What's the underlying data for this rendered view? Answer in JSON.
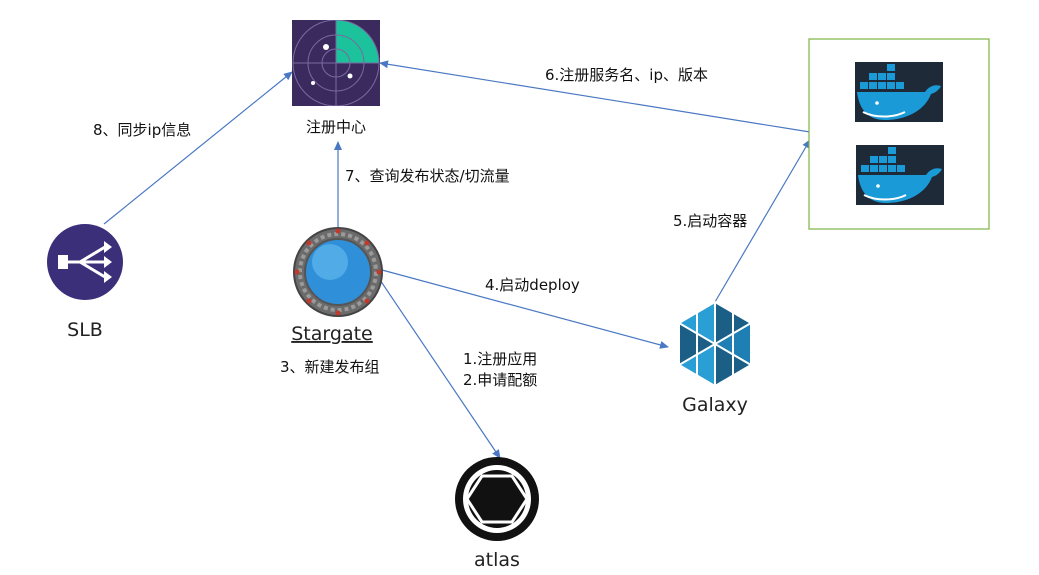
{
  "nodes": {
    "registry": {
      "label": "注册中心"
    },
    "slb": {
      "label": "SLB"
    },
    "stargate": {
      "label": "Stargate"
    },
    "galaxy": {
      "label": "Galaxy"
    },
    "atlas": {
      "label": "atlas"
    },
    "containers": {
      "count": 2
    }
  },
  "edges": {
    "sync_ip": "8、同步ip信息",
    "query_status": "7、查询发布状态/切流量",
    "register_service": "6.注册服务名、ip、版本",
    "start_container": "5.启动容器",
    "start_deploy": "4.启动deploy",
    "new_group": "3、新建发布组",
    "register_app": "1.注册应用",
    "apply_quota": "2.申请配额"
  },
  "colors": {
    "edge": "#4a78c2",
    "radar_bg": "#3a2a5e",
    "radar_green": "#19d3a2",
    "slb": "#3b2f7a",
    "docker_bg": "#1e2a38",
    "docker_blue": "#1a9ad6",
    "galaxy_light": "#2a9fd6",
    "galaxy_dark": "#1b5e86",
    "container_border": "#7cb342"
  }
}
